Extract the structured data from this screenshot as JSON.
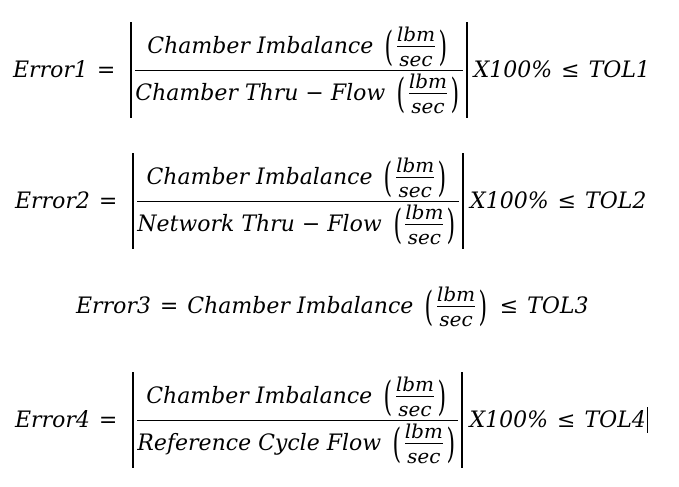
{
  "equations": [
    {
      "lhs": "Error1",
      "numerator": "Chamber Imbalance",
      "denominator": "Chamber Thru − Flow",
      "unit_top": "lbm",
      "unit_bottom": "sec",
      "factor": "X100%",
      "relation": "≤",
      "rhs": "TOL1"
    },
    {
      "lhs": "Error2",
      "numerator": "Chamber Imbalance",
      "denominator": "Network Thru − Flow",
      "unit_top": "lbm",
      "unit_bottom": "sec",
      "factor": "X100%",
      "relation": "≤",
      "rhs": "TOL2"
    },
    {
      "lhs": "Error3",
      "quantity": "Chamber Imbalance",
      "unit_top": "lbm",
      "unit_bottom": "sec",
      "relation": "≤",
      "rhs": "TOL3"
    },
    {
      "lhs": "Error4",
      "numerator": "Chamber Imbalance",
      "denominator": "Reference Cycle Flow",
      "unit_top": "lbm",
      "unit_bottom": "sec",
      "factor": "X100%",
      "relation": "≤",
      "rhs": "TOL4"
    }
  ],
  "equals_sign": "="
}
